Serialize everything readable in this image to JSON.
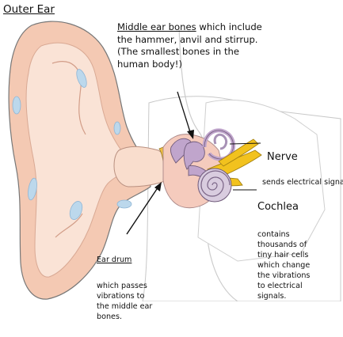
{
  "labels": {
    "outer_ear": "Outer Ear",
    "middle_bones_title": "Middle ear bones",
    "middle_bones_desc": " which include the hammer, anvil and stirrup. (The smallest bones in the human body!)",
    "nerve_title": "Nerve",
    "nerve_desc": "sends electrical\nsignals to the brai",
    "cochlea_title": "Cochlea",
    "cochlea_desc": "contains\nthousands of\ntiny hair cells\nwhich change\nthe vibrations\nto electrical\nsignals.",
    "drum_title": "Ear drum",
    "drum_desc": "which passes\nvibrations to\nthe middle ear\nbones."
  },
  "colors": {
    "skin_outer": "#f4c9b3",
    "skin_light": "#fae3d6",
    "skin_mid": "#efb6a0",
    "canal": "#f9ddcd",
    "cartilage": "#bcd8ec",
    "bone": "#c0a5cc",
    "nerve": "#f2c21e",
    "cochlea": "#d9ccdf",
    "outline": "#555555"
  }
}
